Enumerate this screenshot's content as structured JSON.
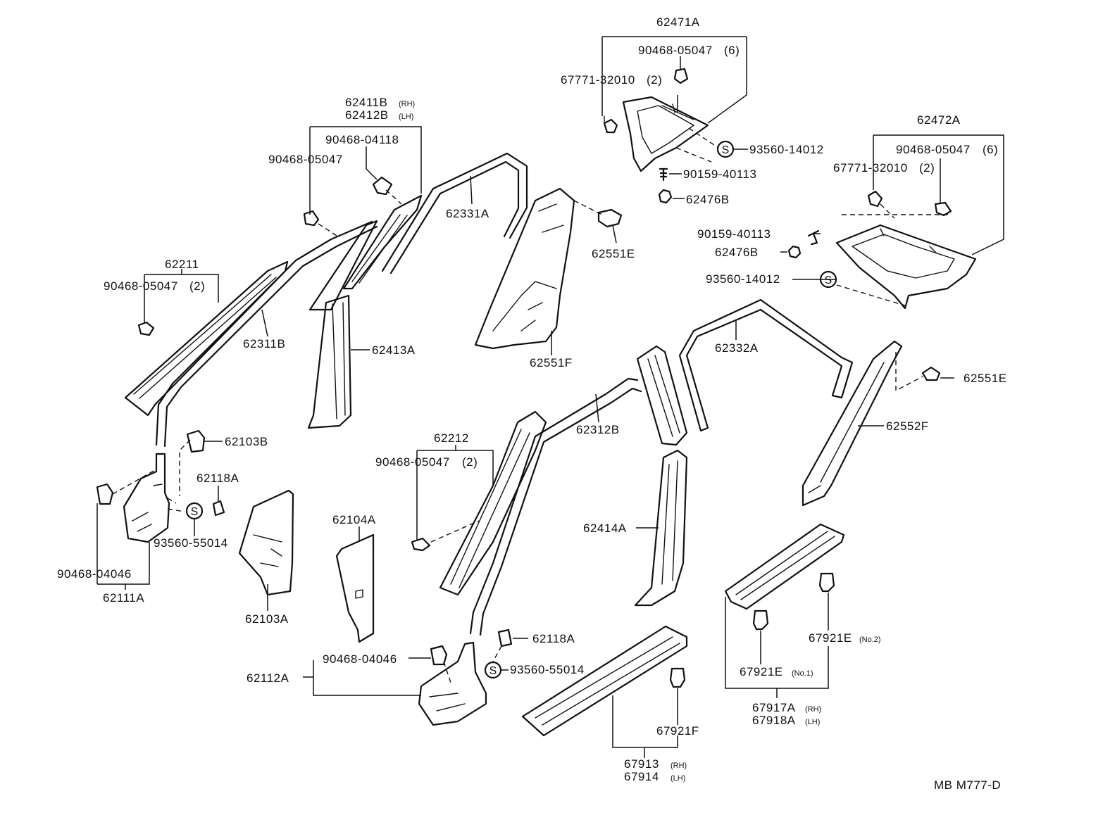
{
  "diagram": {
    "drawing_code": "MB M777-D",
    "s_symbol": "S",
    "labels": {
      "p62471A": "62471A",
      "p90468_05047_6a": "90468-05047",
      "q6a": "(6)",
      "p67771_32010_2a": "67771-32010",
      "q2a": "(2)",
      "p93560_14012a": "93560-14012",
      "p90159_40113a": "90159-40113",
      "p62476Ba": "62476B",
      "p62472A": "62472A",
      "p90468_05047_6b": "90468-05047",
      "q6b": "(6)",
      "p67771_32010_2b": "67771-32010",
      "q2b": "(2)",
      "p90159_40113b": "90159-40113",
      "p62476Bb": "62476B",
      "p93560_14012b": "93560-14012",
      "p62411B": "62411B",
      "rh1": "(RH)",
      "p62412B": "62412B",
      "lh1": "(LH)",
      "p90468_04118": "90468-04118",
      "p90468_05047_c": "90468-05047",
      "p62331A": "62331A",
      "p62551Ea": "62551E",
      "p62211": "62211",
      "p90468_05047_2c": "90468-05047",
      "q2c": "(2)",
      "p62311B": "62311B",
      "p62413A": "62413A",
      "p62551F": "62551F",
      "p62332A": "62332A",
      "p62551Eb": "62551E",
      "p62312B": "62312B",
      "p62552F": "62552F",
      "p62103B": "62103B",
      "p62118Aa": "62118A",
      "p93560_55014a": "93560-55014",
      "p90468_04046a": "90468-04046",
      "p62111A": "62111A",
      "p62103A": "62103A",
      "p62104A": "62104A",
      "p62212": "62212",
      "p90468_05047_2d": "90468-05047",
      "q2d": "(2)",
      "p62414A": "62414A",
      "p62118Ab": "62118A",
      "p93560_55014b": "93560-55014",
      "p90468_04046b": "90468-04046",
      "p62112A": "62112A",
      "p67921F": "67921F",
      "p67913": "67913",
      "rh2": "(RH)",
      "p67914": "67914",
      "lh2": "(LH)",
      "p67921E_no2": "67921E",
      "no2": "(No.2)",
      "p67921E_no1": "67921E",
      "no1": "(No.1)",
      "p67917A": "67917A",
      "rh3": "(RH)",
      "p67918A": "67918A",
      "lh3": "(LH)"
    }
  }
}
